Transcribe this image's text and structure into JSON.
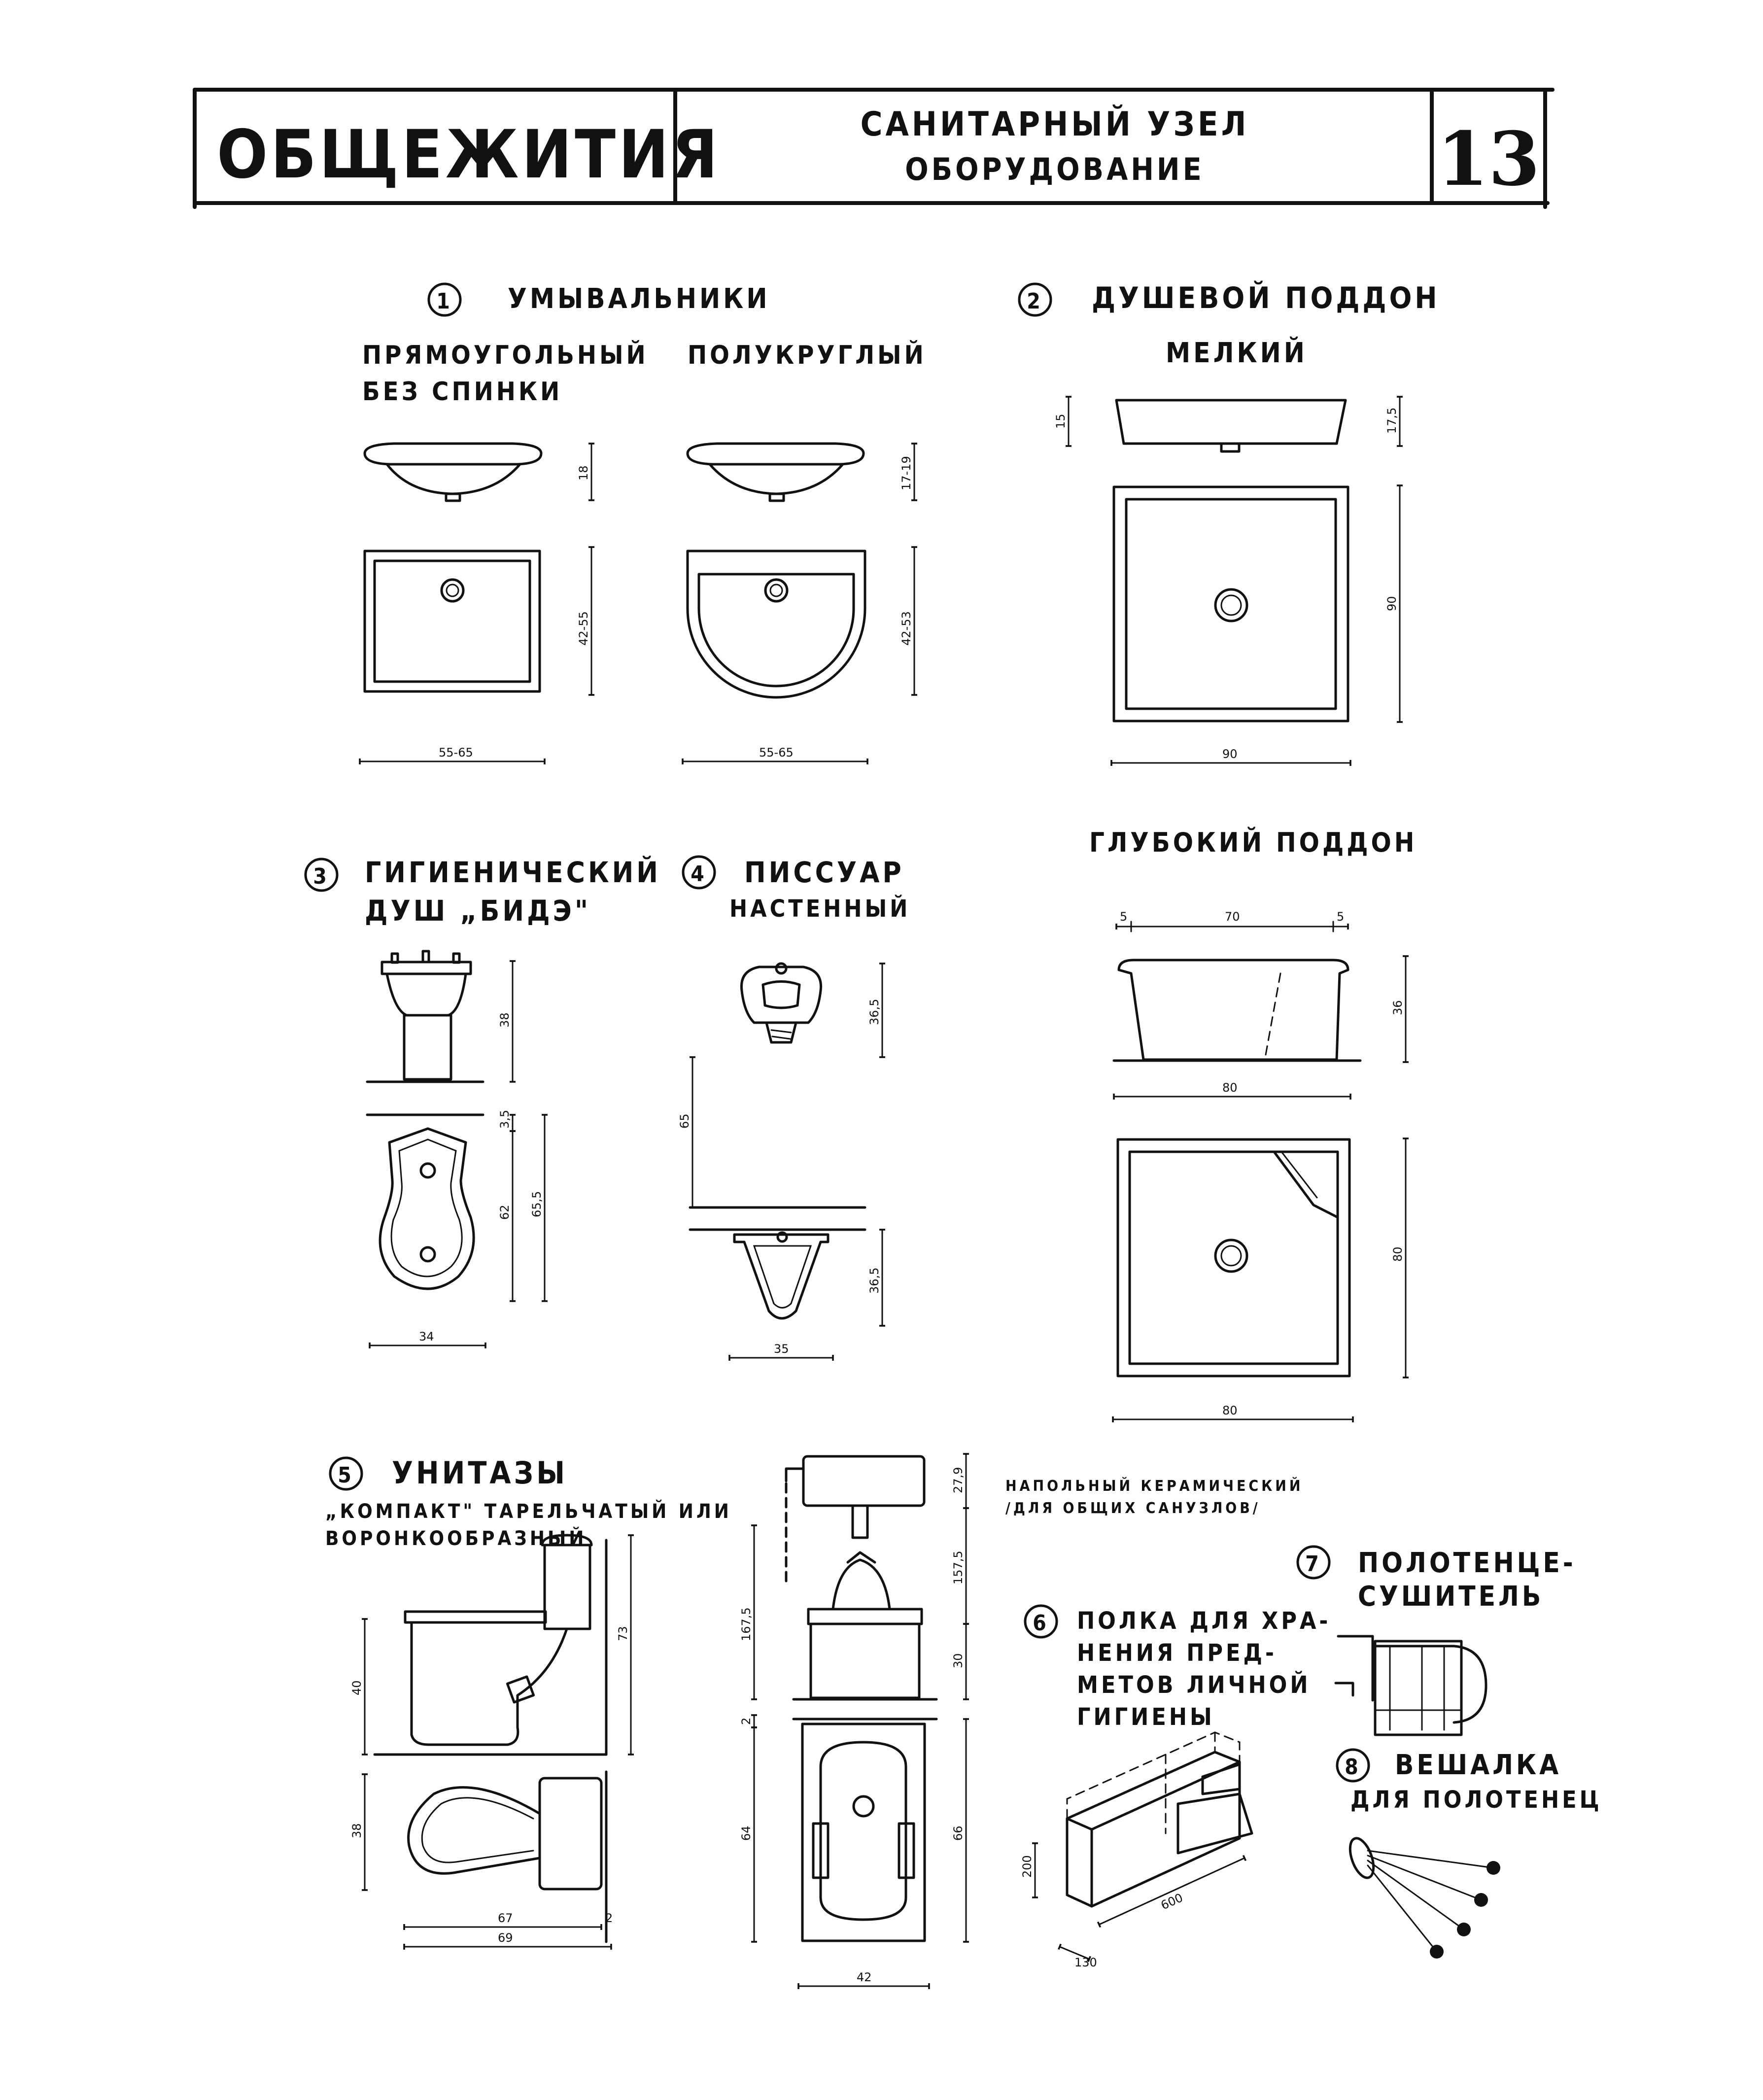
{
  "header": {
    "series": "ОБЩЕЖИТИЯ",
    "title_line1": "САНИТАРНЫЙ УЗЕЛ",
    "title_line2": "ОБОРУДОВАНИЕ",
    "sheet_number": "13"
  },
  "sections": {
    "s1": {
      "num": "1",
      "title": "УМЫВАЛЬНИКИ",
      "rect_line1": "ПРЯМОУГОЛЬНЫЙ",
      "rect_line2": "БЕЗ СПИНКИ",
      "semi": "ПОЛУКРУГЛЫЙ",
      "rect_h": "18",
      "rect_depth": "42-55",
      "rect_w": "55-65",
      "semi_h": "17-19",
      "semi_depth": "42-53",
      "semi_w": "55-65"
    },
    "s2": {
      "num": "2",
      "title": "ДУШЕВОЙ ПОДДОН",
      "shallow": "МЕЛКИЙ",
      "sh_h_left": "15",
      "sh_h_right": "17,5",
      "sh_depth": "90",
      "sh_w": "90",
      "deep": "ГЛУБОКИЙ ПОДДОН",
      "dp_a": "5",
      "dp_b": "70",
      "dp_c": "5",
      "dp_h": "36",
      "dp_w_side": "80",
      "dp_depth": "80",
      "dp_w_plan": "80"
    },
    "s3": {
      "num": "3",
      "title_line1": "ГИГИЕНИЧЕСКИЙ",
      "title_line2": "ДУШ „БИДЭ\"",
      "h": "38",
      "top": "3,5",
      "inner": "62",
      "total": "65,5",
      "w": "34"
    },
    "s4": {
      "num": "4",
      "title": "ПИССУАР",
      "subtitle": "НАСТЕННЫЙ",
      "h_upper": "36,5",
      "mount": "65",
      "h_lower": "36,5",
      "w": "35"
    },
    "s5": {
      "num": "5",
      "title": "УНИТАЗЫ",
      "line1": "„КОМПАКТ\" ТАРЕЛЬЧАТЫЙ ИЛИ",
      "line2": "ВОРОНКООБРАЗНЫЙ",
      "seat_h": "40",
      "total_h": "73",
      "plan_d": "38",
      "len1": "67",
      "len2": "69",
      "gap": "2",
      "note_line1": "НАПОЛЬНЫЙ КЕРАМИЧЕСКИЙ",
      "note_line2": "/ДЛЯ ОБЩИХ САНУЗЛОВ/",
      "f_tank": "27,9",
      "f_pipe": "157,5",
      "f_total": "167,5",
      "f_bowl": "30",
      "f_plan_a": "64",
      "f_plan_b": "66",
      "f_small": "2",
      "f_w": "42"
    },
    "s6": {
      "num": "6",
      "line1": "ПОЛКА ДЛЯ ХРА-",
      "line2": "НЕНИЯ ПРЕД-",
      "line3": "МЕТОВ ЛИЧНОЙ",
      "line4": "ГИГИЕНЫ",
      "h": "200",
      "len": "600",
      "d": "130"
    },
    "s7": {
      "num": "7",
      "line1": "ПОЛОТЕНЦЕ-",
      "line2": "СУШИТЕЛЬ"
    },
    "s8": {
      "num": "8",
      "line1": "ВЕШАЛКА",
      "line2": "ДЛЯ ПОЛОТЕНЕЦ"
    }
  }
}
